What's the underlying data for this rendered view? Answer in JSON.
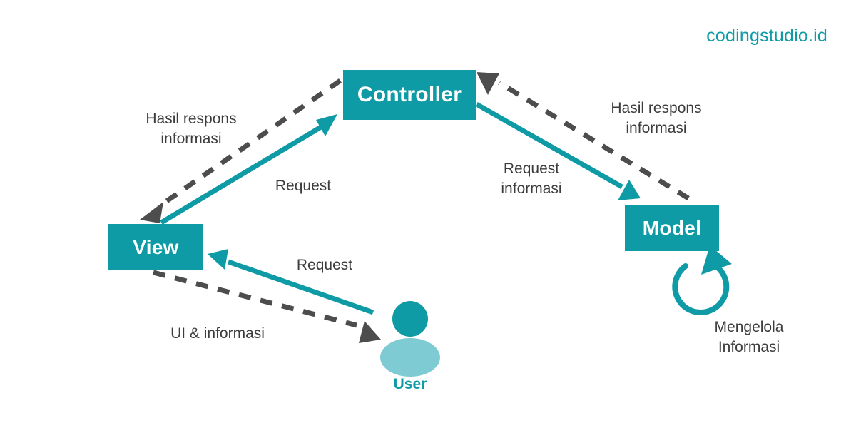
{
  "brand": {
    "text": "codingstudio.id",
    "color": "#0e9ba5"
  },
  "theme": {
    "teal": "#0e9ba5",
    "teal_light": "#7fcbd4",
    "gray_dash": "#4d4d4d",
    "text_gray": "#3c3c3c",
    "background": "#ffffff"
  },
  "nodes": {
    "controller": {
      "label": "Controller"
    },
    "view": {
      "label": "View"
    },
    "model": {
      "label": "Model"
    },
    "user": {
      "label": "User"
    }
  },
  "edges": {
    "view_to_controller": {
      "label": "Request",
      "style": "solid",
      "color": "#0e9ba5"
    },
    "controller_to_view": {
      "label": "Hasil respons\ninformasi",
      "style": "dashed",
      "color": "#4d4d4d"
    },
    "controller_to_model": {
      "label": "Request\ninformasi",
      "style": "solid",
      "color": "#0e9ba5"
    },
    "model_to_controller": {
      "label": "Hasil respons\ninformasi",
      "style": "dashed",
      "color": "#4d4d4d"
    },
    "user_to_view": {
      "label": "Request",
      "style": "solid",
      "color": "#0e9ba5"
    },
    "view_to_user": {
      "label": "UI & informasi",
      "style": "dashed",
      "color": "#4d4d4d"
    },
    "model_self": {
      "label": "Mengelola\nInformasi",
      "style": "solid",
      "color": "#0e9ba5"
    }
  },
  "icons": {
    "user_icon": "user-avatar-icon",
    "refresh_icon": "circular-refresh-arrow-icon"
  }
}
